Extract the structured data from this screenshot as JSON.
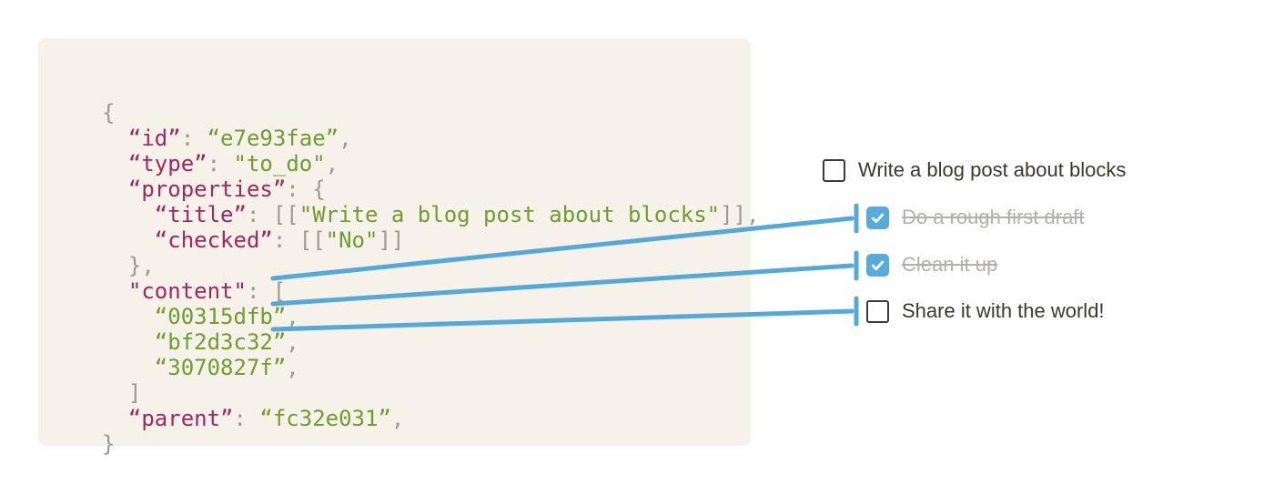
{
  "code_panel": {
    "background": "#f6f1e9",
    "token_colors": {
      "key": "#9e2860",
      "string": "#6f9d30",
      "punct": "#9c9992"
    },
    "lines": [
      [
        [
          "p",
          "{"
        ]
      ],
      [
        [
          "p",
          "  "
        ],
        [
          "k",
          "“id”"
        ],
        [
          "p",
          ": "
        ],
        [
          "s",
          "“e7e93fae”"
        ],
        [
          "p",
          ","
        ]
      ],
      [
        [
          "p",
          "  "
        ],
        [
          "k",
          "“type”"
        ],
        [
          "p",
          ": "
        ],
        [
          "s",
          "\"to_do\""
        ],
        [
          "p",
          ","
        ]
      ],
      [
        [
          "p",
          "  "
        ],
        [
          "k",
          "“properties”"
        ],
        [
          "p",
          ": {"
        ]
      ],
      [
        [
          "p",
          "    "
        ],
        [
          "k",
          "“title”"
        ],
        [
          "p",
          ": [["
        ],
        [
          "s",
          "\"Write a blog post about blocks\""
        ],
        [
          "p",
          "]],"
        ]
      ],
      [
        [
          "p",
          "    "
        ],
        [
          "k",
          "“checked”"
        ],
        [
          "p",
          ": [["
        ],
        [
          "s",
          "\"No\""
        ],
        [
          "p",
          "]]"
        ]
      ],
      [
        [
          "p",
          "  },"
        ]
      ],
      [
        [
          "p",
          "  "
        ],
        [
          "k",
          "\"content\""
        ],
        [
          "p",
          ": ["
        ]
      ],
      [
        [
          "p",
          "    "
        ],
        [
          "s",
          "“00315dfb”"
        ],
        [
          "p",
          ","
        ]
      ],
      [
        [
          "p",
          "    "
        ],
        [
          "s",
          "“bf2d3c32”"
        ],
        [
          "p",
          ","
        ]
      ],
      [
        [
          "p",
          "    "
        ],
        [
          "s",
          "“3070827f”"
        ],
        [
          "p",
          ","
        ]
      ],
      [
        [
          "p",
          "  ]"
        ]
      ],
      [
        [
          "p",
          "  "
        ],
        [
          "k",
          "“parent”"
        ],
        [
          "p",
          ": "
        ],
        [
          "s",
          "“fc32e031”"
        ],
        [
          "p",
          ","
        ]
      ],
      [
        [
          "p",
          "}"
        ]
      ]
    ]
  },
  "todo": {
    "text_color": "#39382f",
    "done_text_color": "#b2b0ac",
    "checkbox_color": "#56abdc",
    "items": [
      {
        "label": "Write a blog post about blocks",
        "checked": false
      },
      {
        "label": "Do a rough first draft",
        "checked": true
      },
      {
        "label": "Clean it up",
        "checked": true
      },
      {
        "label": "Share it with the world!",
        "checked": false
      }
    ]
  },
  "connectors": {
    "color": "#55a9d9",
    "links": [
      {
        "from_id": "00315dfb",
        "to_label": "Do a rough first draft"
      },
      {
        "from_id": "bf2d3c32",
        "to_label": "Clean it up"
      },
      {
        "from_id": "3070827f",
        "to_label": "Share it with the world!"
      }
    ]
  }
}
